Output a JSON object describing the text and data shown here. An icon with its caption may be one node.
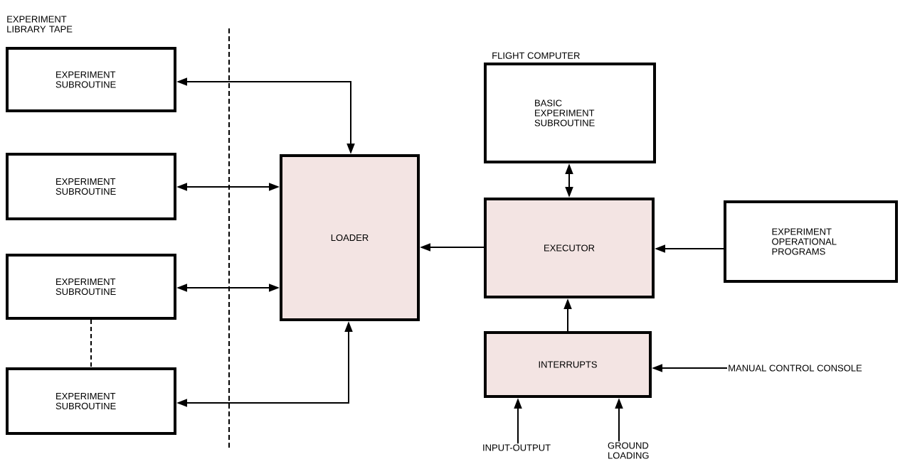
{
  "diagram": {
    "nodes": [
      {
        "text": [
          "EXPERIMENT SUBROUTINE"
        ]
      },
      {
        "text": [
          "EXPERIMENT SUBROUTINE"
        ]
      },
      {
        "text": [
          "EXPERIMENT SUBROUTINE"
        ]
      },
      {
        "text": [
          "EXPERIMENT SUBROUTINE"
        ]
      },
      {
        "text": [
          "LOADER"
        ]
      },
      {
        "text": [
          "BASIC EXPERIMENT SUBROUTINE"
        ],
        "beside": [
          "FLIGHT COMPUTER"
        ]
      },
      {
        "text": [
          "EXECUTOR"
        ]
      },
      {
        "text": [
          "EXPERIMENT OPERATIONAL PROGRAMS"
        ]
      },
      {
        "text": [
          "INTERRUPTS"
        ]
      },
      {
        "text": [
          "MANUAL CONTROL CONSOLE"
        ]
      },
      {
        "text": [
          "INPUT-OUTPUT"
        ]
      },
      {
        "text": [
          "GROUND LOADING"
        ]
      }
    ],
    "edges": [
      {
        "from": 4,
        "to": 0,
        "arrow": "both"
      },
      {
        "from": 1,
        "to": 4,
        "arrow": "both"
      },
      {
        "from": 2,
        "to": 4,
        "arrow": "both"
      },
      {
        "from": 4,
        "to": 3,
        "arrow": "both"
      },
      {
        "from": 2,
        "to": 3,
        "arrow": "none",
        "style": "dashed"
      },
      {
        "from": 5,
        "to": 6,
        "arrow": "both"
      },
      {
        "from": 6,
        "to": 4,
        "arrow": "to"
      },
      {
        "from": 7,
        "to": 6,
        "arrow": "to"
      },
      {
        "from": 8,
        "to": 6,
        "arrow": "to"
      },
      {
        "from": 9,
        "to": 8,
        "arrow": "to"
      },
      {
        "from": 10,
        "to": 8,
        "arrow": "to"
      },
      {
        "from": 11,
        "to": 8,
        "arrow": "to"
      }
    ],
    "labels": [
      "EXPERIMENT LIBRARY TAPE"
    ]
  }
}
